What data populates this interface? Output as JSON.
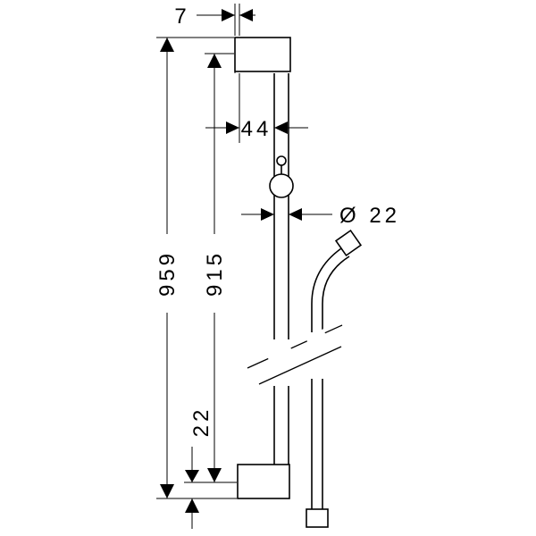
{
  "dimensions": {
    "overall_height": "959",
    "mount_spacing": "915",
    "bracket_offset": "7",
    "bar_offset": "44",
    "bar_diameter": "Ø 22",
    "bottom_offset": "22"
  }
}
